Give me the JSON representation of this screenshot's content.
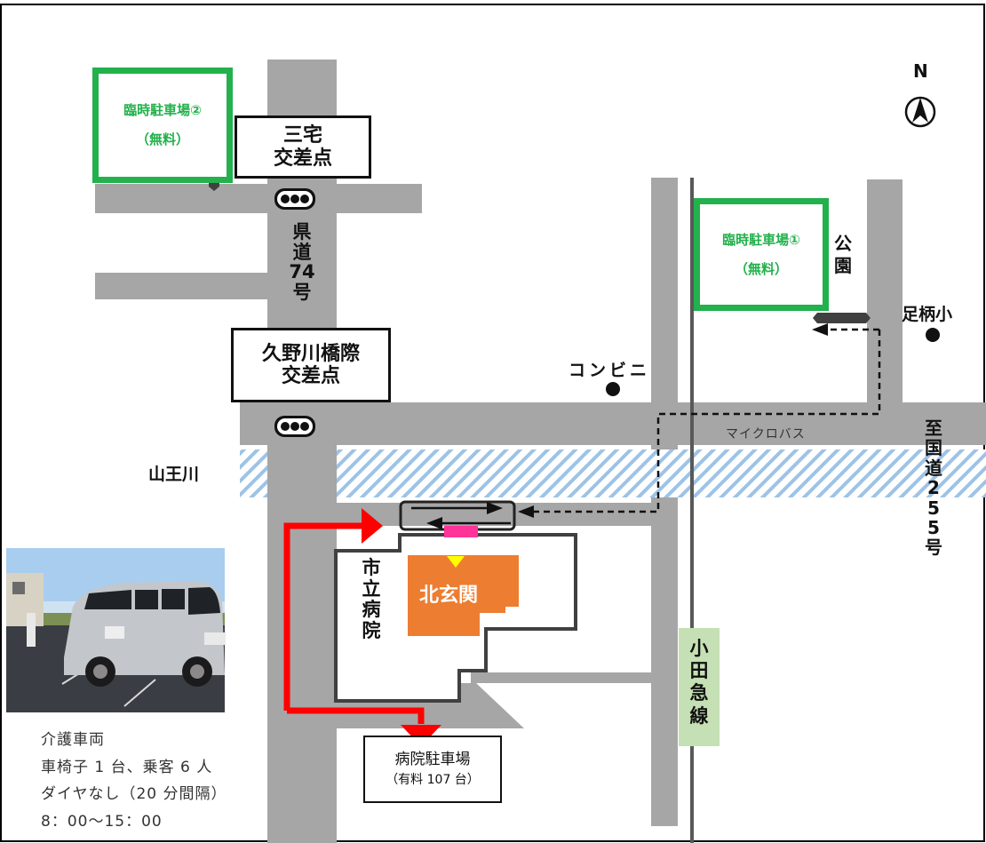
{
  "north": {
    "letter": "N"
  },
  "intersections": {
    "miyake": {
      "line1": "三宅",
      "line2": "交差点"
    },
    "kunogawa": {
      "line1": "久野川橋際",
      "line2": "交差点"
    }
  },
  "parking": {
    "temp2": {
      "name": "臨時駐車場②",
      "fee": "（無料）"
    },
    "temp1": {
      "name": "臨時駐車場①",
      "fee": "（無料）"
    },
    "hospital": {
      "name": "病院駐車場",
      "fee": "（有料 107 台）"
    }
  },
  "roads": {
    "prefectural": [
      "県",
      "道",
      "74",
      "号"
    ],
    "to_national": [
      "至",
      "国",
      "道",
      "2",
      "5",
      "5",
      "号"
    ],
    "microbus_label": "マイクロバス"
  },
  "landmarks": {
    "park": [
      "公",
      "園"
    ],
    "school": "足柄小",
    "convenience": "コンビニ",
    "river": "山王川"
  },
  "hospital": {
    "name": [
      "市",
      "立",
      "病",
      "院"
    ],
    "entrance": "北玄関"
  },
  "railway": {
    "name": [
      "小",
      "田",
      "急",
      "線"
    ]
  },
  "vehicle_info": {
    "lines": [
      "介護車両",
      "車椅子 1 台、乗客 6 人",
      "ダイヤなし（20 分間隔）",
      "8：00～15：00"
    ]
  },
  "colors": {
    "road": "#a6a6a6",
    "parking_border": "#22b14c",
    "route_red": "#ff0000",
    "entrance_orange": "#ed7d31",
    "river_stripe": "#9dc3e6",
    "rail_label_bg": "#c5e0b4",
    "marker_pink": "#ff3399"
  }
}
